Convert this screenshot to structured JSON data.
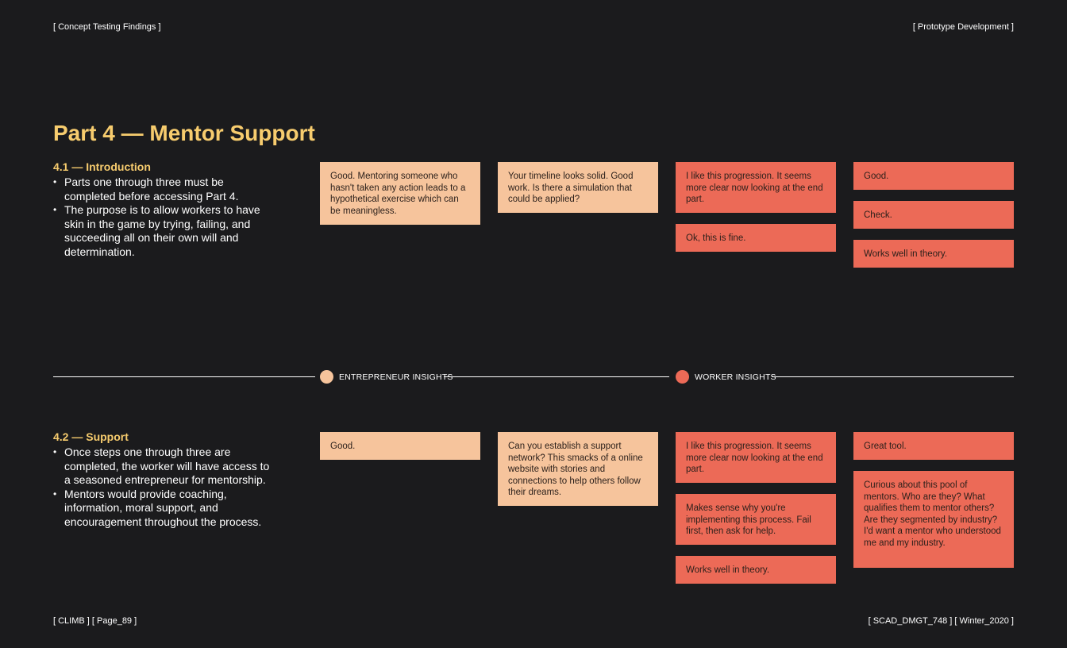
{
  "header": {
    "left": "[ Concept Testing Findings ]",
    "right": "[ Prototype Development ]"
  },
  "footer": {
    "left": "[ CLIMB ] [ Page_89 ]",
    "right": "[ SCAD_DMGT_748 ] [ Winter_2020 ]"
  },
  "title": "Part 4 — Mentor Support",
  "sections": [
    {
      "heading": "4.1 — Introduction",
      "bullets": [
        "Parts one through three must be completed before accessing Part 4.",
        "The purpose is to allow workers to have skin in the game by trying, failing, and succeeding all on their own will and determination."
      ]
    },
    {
      "heading": "4.2 — Support",
      "bullets": [
        "Once steps one through three are completed, the worker will have access to a seasoned entrepreneur for mentorship.",
        "Mentors would provide coaching, information, moral support, and encouragement throughout the process."
      ]
    }
  ],
  "legend": {
    "entrepreneur": "ENTREPRENEUR INSIGHTS",
    "worker": "WORKER INSIGHTS"
  },
  "colors": {
    "accent_yellow": "#f7cc6e",
    "entrepreneur_note": "#f6c49c",
    "worker_note": "#ec6a57",
    "background": "#1b1b1d"
  },
  "notes": {
    "row1": {
      "col1": [
        "Good. Mentoring someone who hasn't taken any action leads to a hypothetical exercise which can be meaningless."
      ],
      "col2": [
        "Your timeline looks solid. Good work. Is there a simulation that could be applied?"
      ],
      "col3": [
        "I like this progression. It seems more clear now looking at the end part.",
        "Ok, this is fine."
      ],
      "col4": [
        "Good.",
        "Check.",
        "Works well in theory."
      ]
    },
    "row2": {
      "col1": [
        "Good."
      ],
      "col2": [
        "Can you establish a support network? This smacks of a online website with stories and connections to help others follow their dreams."
      ],
      "col3": [
        "I like this progression. It seems more clear now looking at the end part.",
        "Makes sense why you're implementing this process. Fail first, then ask for help.",
        "Works well in theory."
      ],
      "col4": [
        "Great tool.",
        "Curious about this pool of mentors. Who are they? What qualifies them to mentor others? Are they segmented by industry? I'd want a mentor who understood me and my industry."
      ]
    }
  }
}
